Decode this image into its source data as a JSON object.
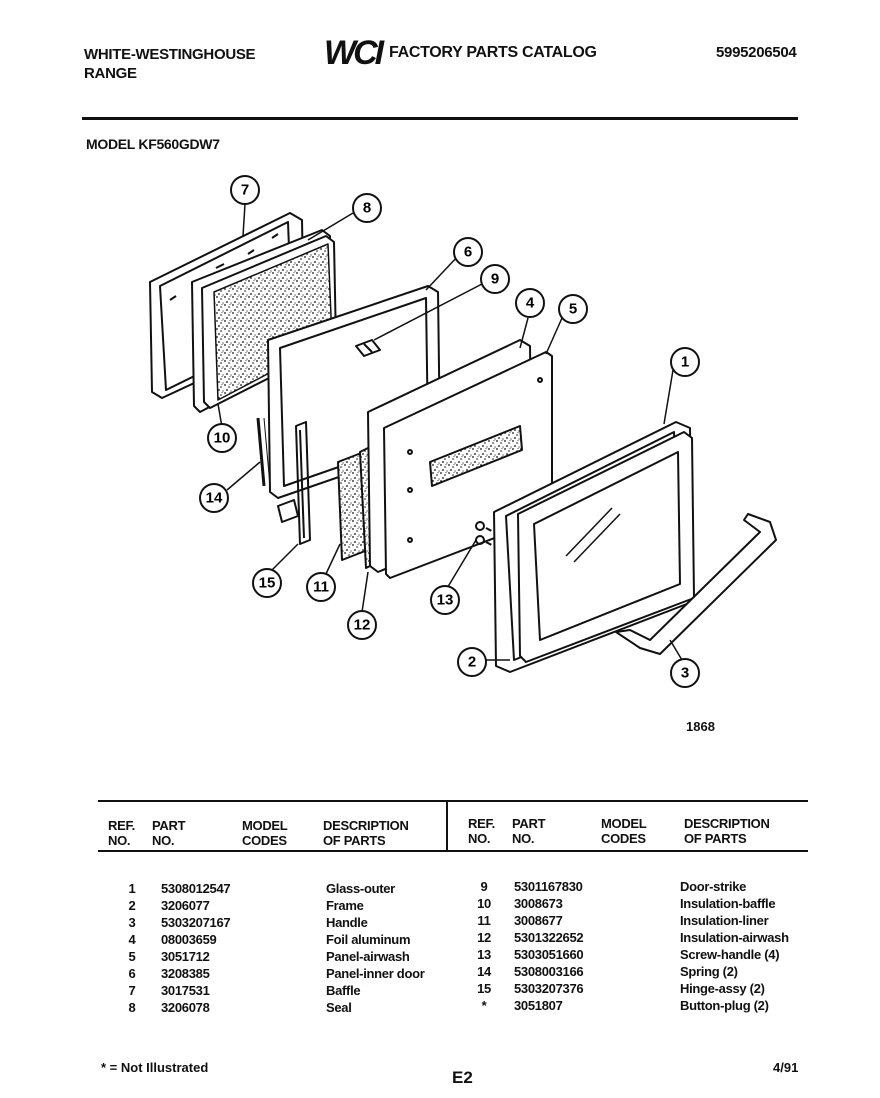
{
  "header": {
    "brand_line1": "WHITE-WESTINGHOUSE",
    "brand_line2": "RANGE",
    "logo_text": "WCI",
    "catalog_title": "FACTORY PARTS CATALOG",
    "catalog_number": "5995206504",
    "model": "MODEL KF560GDW7"
  },
  "diagram": {
    "figure_number": "1868",
    "callouts": [
      "1",
      "2",
      "3",
      "4",
      "5",
      "6",
      "7",
      "8",
      "9",
      "10",
      "11",
      "12",
      "13",
      "14",
      "15"
    ]
  },
  "table": {
    "headers": {
      "ref": [
        "REF.",
        "NO."
      ],
      "part": [
        "PART",
        "NO."
      ],
      "model": [
        "MODEL",
        "CODES"
      ],
      "desc": [
        "DESCRIPTION",
        "OF PARTS"
      ]
    },
    "left_rows": [
      {
        "ref": "1",
        "part": "5308012547",
        "desc": "Glass-outer"
      },
      {
        "ref": "2",
        "part": "3206077",
        "desc": "Frame"
      },
      {
        "ref": "3",
        "part": "5303207167",
        "desc": "Handle"
      },
      {
        "ref": "4",
        "part": "08003659",
        "desc": "Foil aluminum"
      },
      {
        "ref": "5",
        "part": "3051712",
        "desc": "Panel-airwash"
      },
      {
        "ref": "6",
        "part": "3208385",
        "desc": "Panel-inner door"
      },
      {
        "ref": "7",
        "part": "3017531",
        "desc": "Baffle"
      },
      {
        "ref": "8",
        "part": "3206078",
        "desc": "Seal"
      }
    ],
    "right_rows": [
      {
        "ref": "9",
        "part": "5301167830",
        "desc": "Door-strike"
      },
      {
        "ref": "10",
        "part": "3008673",
        "desc": "Insulation-baffle"
      },
      {
        "ref": "11",
        "part": "3008677",
        "desc": "Insulation-liner"
      },
      {
        "ref": "12",
        "part": "5301322652",
        "desc": "Insulation-airwash"
      },
      {
        "ref": "13",
        "part": "5303051660",
        "desc": "Screw-handle (4)"
      },
      {
        "ref": "14",
        "part": "5308003166",
        "desc": "Spring (2)"
      },
      {
        "ref": "15",
        "part": "5303207376",
        "desc": "Hinge-assy (2)"
      },
      {
        "ref": "*",
        "part": "3051807",
        "desc": "Button-plug (2)"
      }
    ]
  },
  "footer": {
    "note": "* = Not Illustrated",
    "page": "E2",
    "date": "4/91"
  }
}
